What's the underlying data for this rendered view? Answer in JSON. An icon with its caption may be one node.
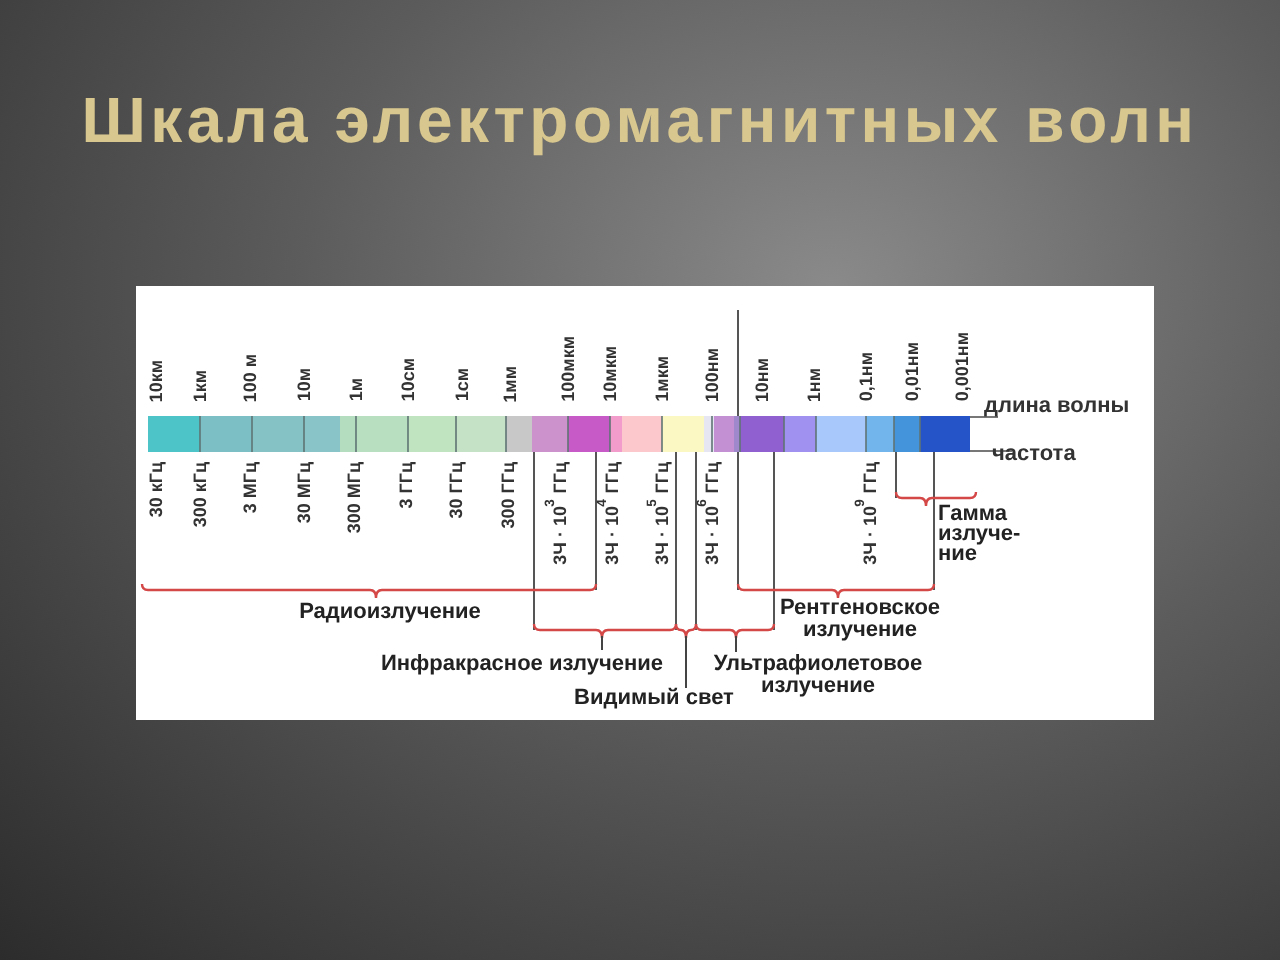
{
  "diagram": {
    "title": "Шкала электромагнитных волн",
    "labels": [
      "10км",
      "1км",
      "100 м",
      "10м",
      "1м",
      "10см",
      "1см",
      "1мм",
      "100мкм",
      "10мкм",
      "1мкм",
      "100нм",
      "10нм",
      "1нм",
      "0,1нм",
      "0,01нм",
      "0,001нм",
      "длина волны",
      "частота",
      "30 кГц",
      "300 кГц",
      "3 МГц",
      "30 МГц",
      "300 МГц",
      "3 ГГц",
      "30 ГГц",
      "300 ГГц",
      "3Ч · 10$^{3}$ ГГц",
      "3Ч · 10$^{4}$ ГГц",
      "3Ч · 10$^{5}$ ГГц",
      "3Ч · 10$^{6}$ ГГц",
      "3Ч · 10$^{9}$ ГГц",
      "Гамма излуче- ние",
      "Радиоизлучение",
      "Рентгеновское излучение",
      "Инфракрасное излучение",
      "Ультрафиолетовое излучение",
      "Видимый свет"
    ]
  }
}
